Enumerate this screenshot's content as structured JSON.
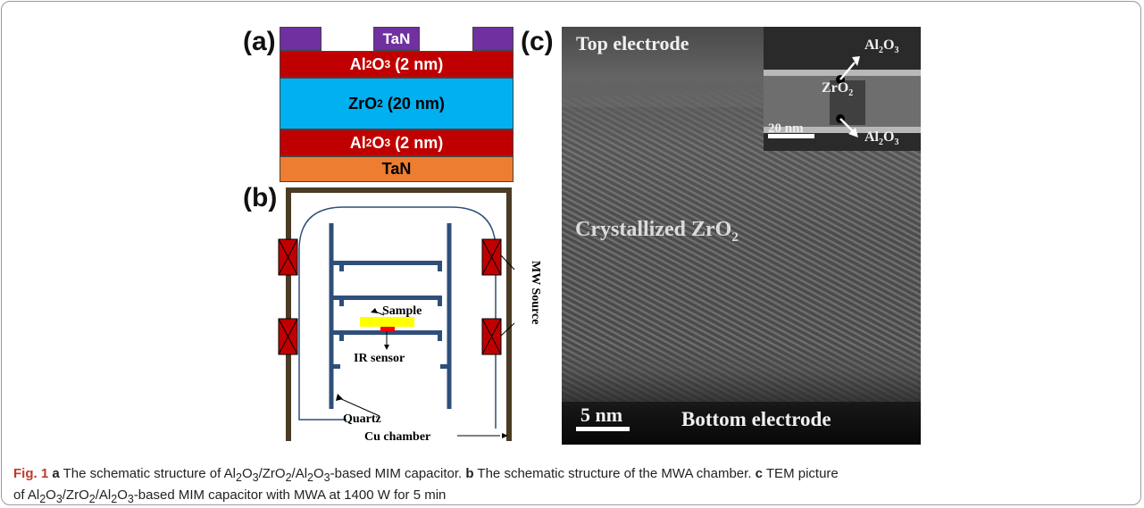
{
  "panel_labels": {
    "a": "(a)",
    "b": "(b)",
    "c": "(c)"
  },
  "schematic_a": {
    "top_contact": "TaN",
    "layer1": {
      "main": "Al",
      "s1": "2",
      "mid": "O",
      "s2": "3",
      "thick": " (2 nm)"
    },
    "layer2": {
      "main": "ZrO",
      "s1": "2",
      "thick": " (20 nm)"
    },
    "layer3": {
      "main": "Al",
      "s1": "2",
      "mid": "O",
      "s2": "3",
      "thick": " (2 nm)"
    },
    "bottom": "TaN",
    "colors": {
      "contact": "#7030a0",
      "al2o3": "#c00000",
      "zro2": "#00b0f0",
      "tan": "#ed7d31"
    }
  },
  "schematic_b": {
    "sample": "Sample",
    "ir_sensor": "IR sensor",
    "quartz": "Quartz",
    "cu_chamber": "Cu chamber",
    "mw_source": "MW Source"
  },
  "tem_c": {
    "top_electrode": "Top electrode",
    "crystallized": "Crystallized ZrO",
    "crystallized_sub": "2",
    "bottom_electrode": "Bottom electrode",
    "scale_bar": "5 nm",
    "inset_scale_bar": "20 nm",
    "inset_zro2": "ZrO",
    "inset_zro2_sub": "2",
    "inset_al2o3_top": {
      "a": "Al",
      "s1": "2",
      "b": "O",
      "s2": "3"
    },
    "inset_al2o3_bottom": {
      "a": "Al",
      "s1": "2",
      "b": "O",
      "s2": "3"
    }
  },
  "caption": {
    "fig": "Fig. 1",
    "a": "a",
    "a_text1": " The schematic structure of Al",
    "a_text2": "O",
    "a_text3": "/ZrO",
    "a_text4": "/Al",
    "a_text5": "O",
    "a_text6": "-based MIM capacitor. ",
    "b": "b",
    "b_text": " The schematic structure of the MWA chamber. ",
    "c": "c",
    "c_text1": " TEM picture",
    "c_text2": "of Al",
    "c_text3": "O",
    "c_text4": "/ZrO",
    "c_text5": "/Al",
    "c_text6": "O",
    "c_text7": "-based MIM capacitor with MWA at 1400 W for 5 min",
    "sub2": "2",
    "sub3": "3"
  }
}
